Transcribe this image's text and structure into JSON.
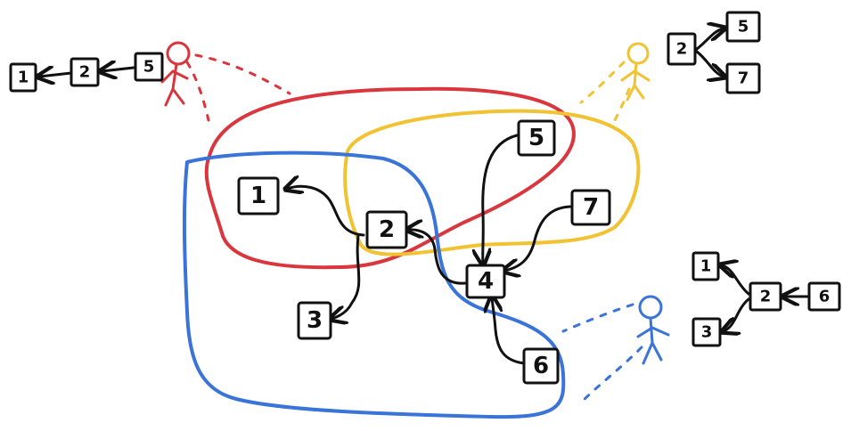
{
  "colors": {
    "red": "#d9363e",
    "blue": "#3a74d8",
    "yellow": "#f1c232",
    "ink": "#111111"
  },
  "main_graph": {
    "nodes": [
      {
        "id": "n1",
        "label": "1"
      },
      {
        "id": "n2",
        "label": "2"
      },
      {
        "id": "n3",
        "label": "3"
      },
      {
        "id": "n4",
        "label": "4"
      },
      {
        "id": "n5",
        "label": "5"
      },
      {
        "id": "n6",
        "label": "6"
      },
      {
        "id": "n7",
        "label": "7"
      }
    ],
    "edges": [
      {
        "from": "2",
        "to": "1"
      },
      {
        "from": "2",
        "to": "3"
      },
      {
        "from": "4",
        "to": "2"
      },
      {
        "from": "5",
        "to": "4"
      },
      {
        "from": "7",
        "to": "4"
      },
      {
        "from": "6",
        "to": "4"
      }
    ]
  },
  "regions": [
    {
      "name": "red",
      "nodes": [
        "1",
        "2"
      ]
    },
    {
      "name": "yellow",
      "nodes": [
        "2",
        "5",
        "7"
      ]
    },
    {
      "name": "blue",
      "nodes": [
        "1",
        "2",
        "3",
        "4",
        "6"
      ]
    }
  ],
  "views": {
    "red": {
      "chain": [
        "1",
        "2",
        "5"
      ]
    },
    "yellow": {
      "root": "2",
      "children": [
        "5",
        "7"
      ]
    },
    "blue": {
      "root": "2",
      "children": [
        "1",
        "3"
      ],
      "parent": "6"
    }
  }
}
